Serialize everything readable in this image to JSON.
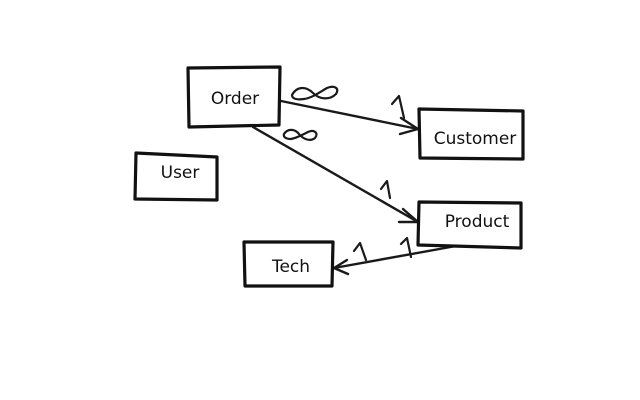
{
  "entities": [
    {
      "id": "order",
      "label": "Order"
    },
    {
      "id": "user",
      "label": "User"
    },
    {
      "id": "customer",
      "label": "Customer"
    },
    {
      "id": "product",
      "label": "Product"
    },
    {
      "id": "tech",
      "label": "Tech"
    }
  ],
  "relations": [
    {
      "from": "Order",
      "to": "Customer",
      "from_multiplicity": "∞",
      "to_multiplicity": "1"
    },
    {
      "from": "Order",
      "to": "Product",
      "from_multiplicity": "∞",
      "to_multiplicity": "1"
    },
    {
      "from": "Product",
      "to": "Tech",
      "from_multiplicity": "1",
      "to_multiplicity": "1"
    }
  ]
}
